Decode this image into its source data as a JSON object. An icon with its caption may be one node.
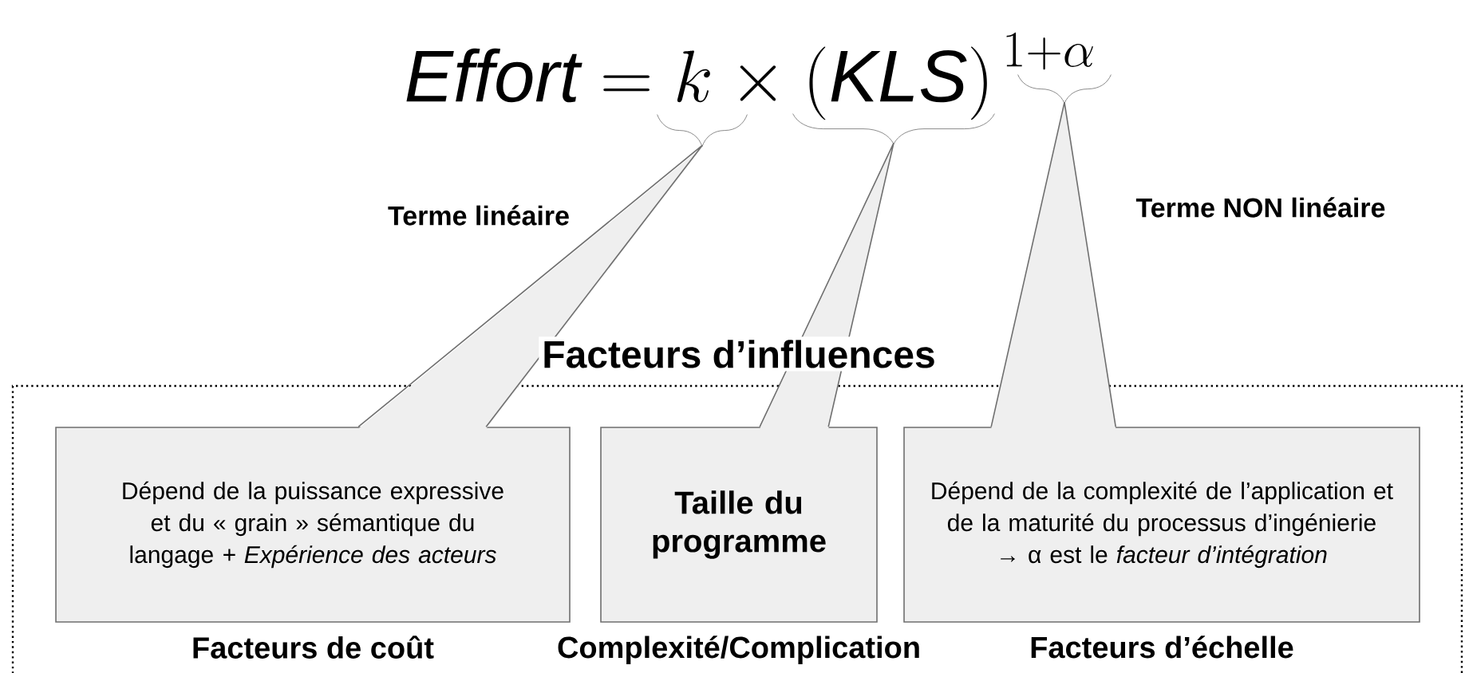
{
  "diagram": {
    "title": "\\mathit{Effort} = k \\times \\left(\\mathit{KLS}\\right)^{\\,1+\\alpha}",
    "nodes": [
      {
        "text": [],
        "shape": "brace"
      },
      {
        "text": [],
        "shape": "brace"
      },
      {
        "text": [],
        "shape": "brace"
      },
      {
        "text": [
          "Facteurs d’influences"
        ]
      },
      {
        "text": [
          "Dépend de la puissance expressive et du « grain » sémantique du langage *+ Expérience des acteurs*"
        ],
        "in": 3,
        "beside": [
          "Facteurs de coût"
        ]
      },
      {
        "text": [
          "Taille du programme"
        ],
        "in": 3,
        "beside": [
          "Complexité/Complication"
        ]
      },
      {
        "text": [
          "Dépend de la complexité de l’application et de la maturité du processus d’ingénierie → α est le *facteur d’intégration*"
        ],
        "in": 3,
        "beside": [
          "Facteurs d’échelle"
        ]
      }
    ],
    "edges": [
      {
        "from": 4,
        "to": 0,
        "arrow": "none"
      },
      {
        "from": 5,
        "to": 1,
        "arrow": "none"
      },
      {
        "from": 6,
        "to": 2,
        "arrow": "none"
      }
    ],
    "labels": [
      "Terme linéaire",
      "Terme NON linéaire"
    ]
  }
}
